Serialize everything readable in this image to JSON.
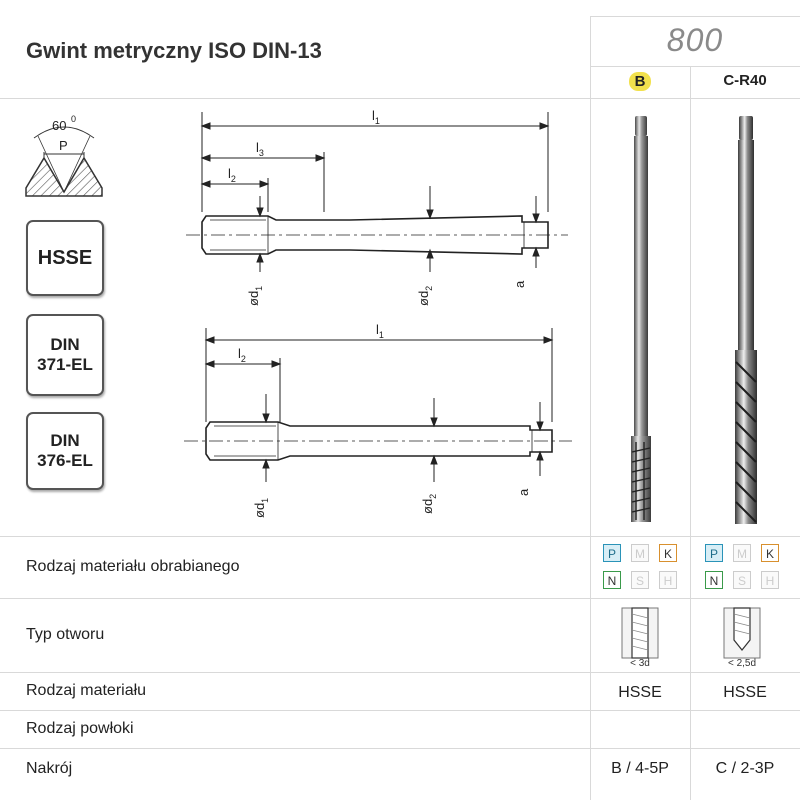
{
  "header": {
    "title": "Gwint metryczny ISO DIN-13",
    "series_code": "800",
    "col_b_label": "B",
    "col_c_label": "C-R40"
  },
  "profile": {
    "angle_label": "60",
    "angle_degree_mark": "0",
    "pitch_label": "P"
  },
  "badges": {
    "material": "HSSE",
    "norm1_line1": "DIN",
    "norm1_line2": "371-EL",
    "norm2_line1": "DIN",
    "norm2_line2": "376-EL"
  },
  "dimensions": {
    "l1": "l",
    "l1_sub": "1",
    "l2": "l",
    "l2_sub": "2",
    "l3": "l",
    "l3_sub": "3",
    "d1": "ød",
    "d1_sub": "1",
    "d2": "ød",
    "d2_sub": "2",
    "a": "a"
  },
  "rows": {
    "material_type": {
      "label": "Rodzaj materiału obrabianego",
      "letters": [
        "P",
        "M",
        "K",
        "N",
        "S",
        "H"
      ]
    },
    "hole_type": {
      "label": "Typ otworu",
      "b_value": "< 3d",
      "c_value": "< 2,5d"
    },
    "tool_material": {
      "label": "Rodzaj materiału",
      "b_value": "HSSE",
      "c_value": "HSSE"
    },
    "coating": {
      "label": "Rodzaj powłoki",
      "b_value": "",
      "c_value": ""
    },
    "chamfer": {
      "label": "Nakrój",
      "b_value": "B / 4-5P",
      "c_value": "C / 2-3P"
    }
  },
  "colors": {
    "badge_b": "#f2e14d",
    "p_group": "#2a93b8",
    "k_group": "#d8902e",
    "n_group": "#3a9a4a",
    "inactive": "#cccccc"
  }
}
